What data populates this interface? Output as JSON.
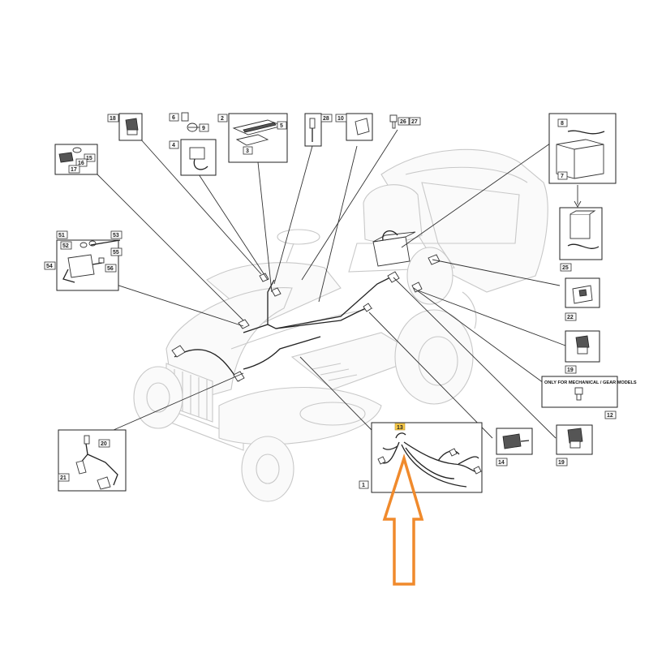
{
  "diagram": {
    "callouts": {
      "c1": "1",
      "c2": "2",
      "c3": "3",
      "c4": "4",
      "c5": "5",
      "c6": "6",
      "c7": "7",
      "c8": "8",
      "c9": "9",
      "c10": "10",
      "c12": "12",
      "c13": "13",
      "c14": "14",
      "c15": "15",
      "c16": "16",
      "c17": "17",
      "c18": "18",
      "c19a": "19",
      "c19b": "19",
      "c20": "20",
      "c21": "21",
      "c22": "22",
      "c25": "25",
      "c26": "26",
      "c27": "27",
      "c28": "28",
      "c51": "51",
      "c52": "52",
      "c53": "53",
      "c54": "54",
      "c55": "55",
      "c56": "56"
    },
    "note_text": "ONLY FOR MECHANICAL / GEAR MODELS",
    "colors": {
      "highlight": "#f7c948",
      "arrow": "#f08a2c",
      "line": "#333333",
      "ghost_outline": "#c8c8c8"
    }
  }
}
